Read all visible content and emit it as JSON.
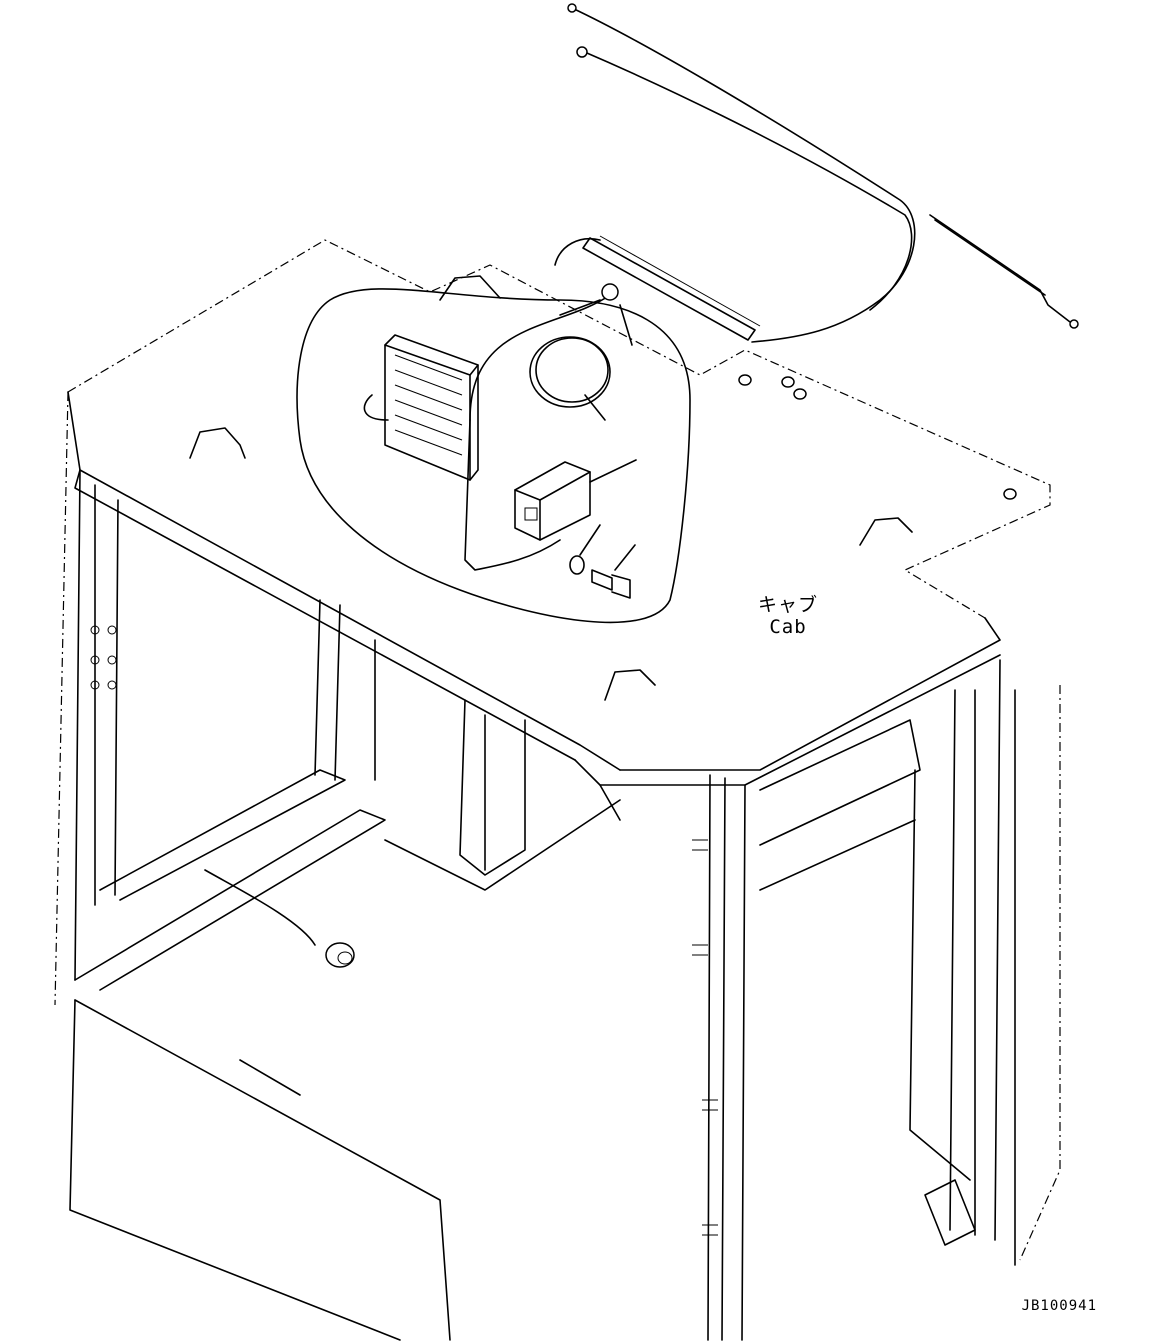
{
  "labels": {
    "cab_jp": "キャブ",
    "cab_en": "Cab"
  },
  "drawing_code": "JB100941"
}
